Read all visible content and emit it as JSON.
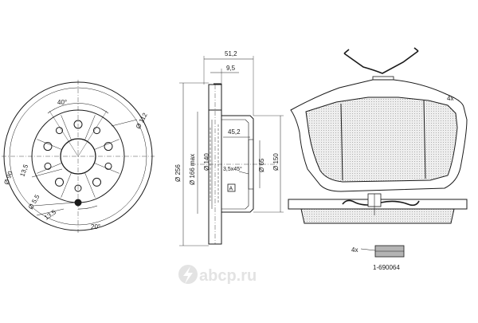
{
  "disc_front": {
    "angle_top": "40°",
    "pcd": "Ø 112",
    "bore": "Ø 90",
    "hub_dim": "13,5",
    "small_hole": "Ø 5,5",
    "lower_dim": "13,5",
    "angle_bottom": "20°"
  },
  "disc_side": {
    "width_total": "51,2",
    "offset": "9,5",
    "diameter_outer": "Ø 256",
    "diameter_max": "Ø 166 max",
    "diameter_hub": "Ø 140",
    "hat_depth": "45,2",
    "diameter_150": "Ø 150",
    "diameter_65": "Ø 65",
    "chamfer": "3,5x45°",
    "marker": "A"
  },
  "pad": {
    "quantity": "4x",
    "accessory_qty": "4x",
    "accessory_part": "1-690064"
  },
  "watermark": {
    "text": "abcp.ru",
    "icon": "lightning-bolt-icon"
  },
  "colors": {
    "line": "#1a1a1a",
    "friction_fill": "#e6e6e6",
    "watermark": "#e3e3e3",
    "accessory_fill": "#b4b4b4"
  }
}
